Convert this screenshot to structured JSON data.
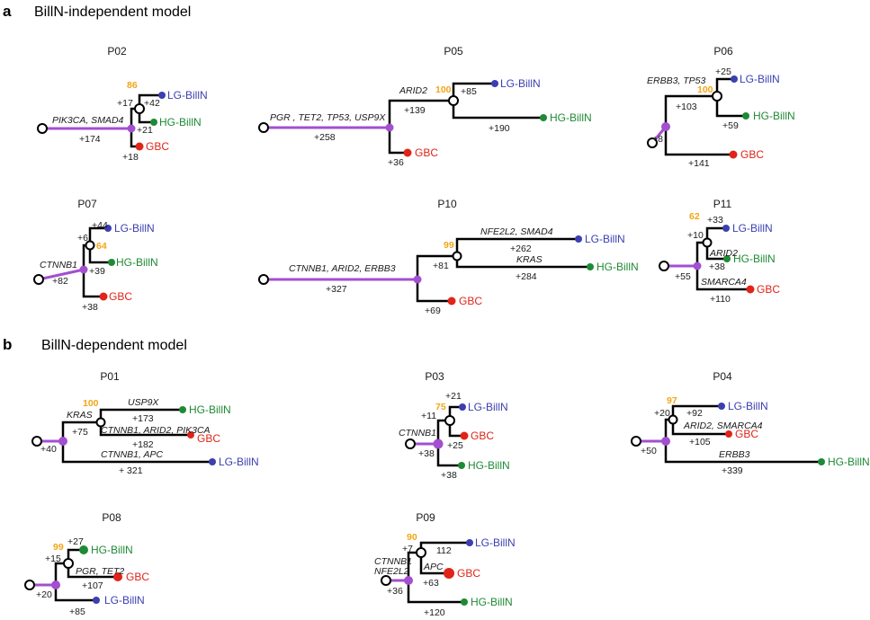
{
  "colors": {
    "lg": "#3b3fb0",
    "hg": "#1f8a35",
    "gbc": "#e02418",
    "trunk": "#a24fd0",
    "bootstrap": "#f2a516",
    "branch": "#000000"
  },
  "sections": {
    "a": {
      "letter": "a",
      "title": "BillN-independent model"
    },
    "b": {
      "letter": "b",
      "title": "BillN-dependent model"
    }
  },
  "leaf_labels": {
    "lg": "LG-BillN",
    "hg": "HG-BillN",
    "gbc": "GBC"
  },
  "patients": {
    "p02": {
      "id": "P02",
      "bootstrap": "86",
      "trunk_mutations": "PIK3CA, SMAD4",
      "trunk_count": "+174",
      "inner_count": "+17",
      "lg_count": "+42",
      "hg_count": "+21",
      "gbc_count": "+18"
    },
    "p05": {
      "id": "P05",
      "bootstrap": "100",
      "trunk_mutations": "PGR , TET2, TP53, USP9X",
      "trunk_count": "+258",
      "inner_mutations": "ARID2",
      "inner_count": "+139",
      "lg_count": "+85",
      "hg_count": "+190",
      "gbc_count": "+36"
    },
    "p06": {
      "id": "P06",
      "bootstrap": "100",
      "trunk_count": "+8",
      "inner_mutations": "ERBB3, TP53",
      "inner_count": "+103",
      "lg_count": "+25",
      "hg_count": "+59",
      "gbc_count": "+141"
    },
    "p07": {
      "id": "P07",
      "bootstrap": "64",
      "trunk_mutations": "CTNNB1",
      "trunk_count": "+82",
      "inner_count": "+6",
      "lg_count": "+44",
      "hg_count": "+39",
      "gbc_count": "+38"
    },
    "p10": {
      "id": "P10",
      "bootstrap": "99",
      "trunk_mutations": "CTNNB1, ARID2,  ERBB3",
      "trunk_count": "+327",
      "inner_count": "+81",
      "lg_mutations": "NFE2L2, SMAD4",
      "lg_count": "+262",
      "hg_mutations": "KRAS",
      "hg_count": "+284",
      "gbc_count": "+69"
    },
    "p11": {
      "id": "P11",
      "bootstrap": "62",
      "trunk_count": "+55",
      "inner_count": "+10",
      "lg_count": "+33",
      "hg_mutations": "ARID2",
      "hg_count": "+38",
      "gbc_mutations": "SMARCA4",
      "gbc_count": "+110"
    },
    "p01": {
      "id": "P01",
      "bootstrap": "100",
      "trunk_count": "+40",
      "inner_mutations": "KRAS",
      "inner_count": "+75",
      "hg_mutations": "USP9X",
      "hg_count": "+173",
      "gbc_mutations": "CTNNB1, ARID2, PIK3CA",
      "gbc_count": "+182",
      "lg_mutations": "CTNNB1, APC",
      "lg_count": "+ 321"
    },
    "p03": {
      "id": "P03",
      "bootstrap": "75",
      "trunk_mutations": "CTNNB1",
      "trunk_count": "+38",
      "inner_count": "+11",
      "lg_count": "+21",
      "gbc_count": "+25",
      "hg_count": "+38"
    },
    "p04": {
      "id": "P04",
      "bootstrap": "97",
      "trunk_count": "+50",
      "inner_count": "+20",
      "lg_count": "+92",
      "gbc_mutations": "ARID2, SMARCA4",
      "gbc_count": "+105",
      "hg_mutations": "ERBB3",
      "hg_count": "+339"
    },
    "p08": {
      "id": "P08",
      "bootstrap": "99",
      "trunk_count": "+20",
      "inner_count": "+15",
      "hg_count": "+27",
      "gbc_mutations": "PGR, TET2",
      "gbc_count": "+107",
      "lg_count": "+85"
    },
    "p09": {
      "id": "P09",
      "bootstrap": "90",
      "trunk_mutations": "CTNNB1\nNFE2L2",
      "trunk_count": "+36",
      "inner_count": "+7",
      "lg_count": "112",
      "gbc_mutations": "APC",
      "gbc_count": "+63",
      "hg_count": "+120"
    }
  }
}
